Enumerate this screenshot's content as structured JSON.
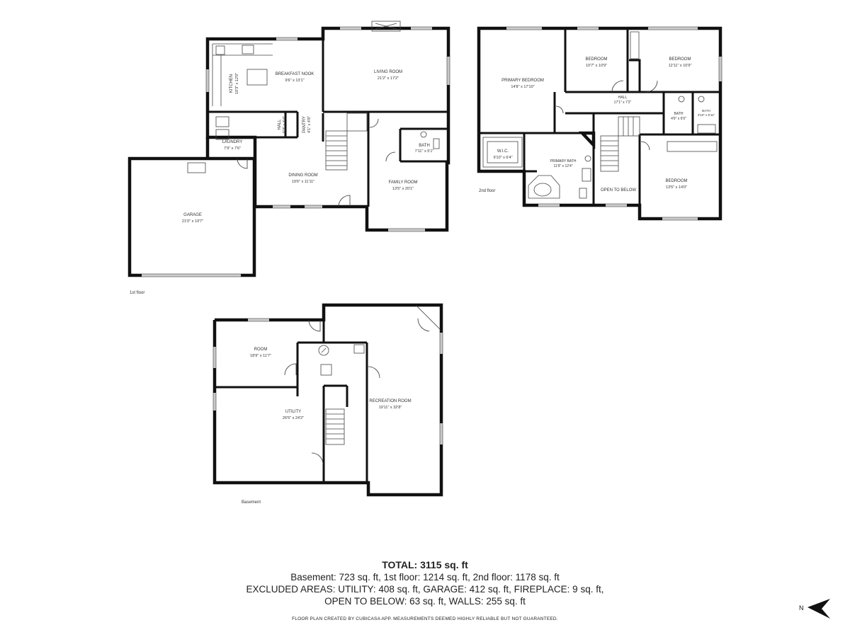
{
  "floors": {
    "first": "1st floor",
    "second": "2nd floor",
    "basement": "Basement"
  },
  "rooms": {
    "kitchen": {
      "name": "KITCHEN",
      "size": "10'3\" x 12'0\""
    },
    "breakfast_nook": {
      "name": "BREAKFAST NOOK",
      "size": "9'6\" x 13'1\""
    },
    "living_room": {
      "name": "LIVING ROOM",
      "size": "21'2\" x 17'2\""
    },
    "hall_1": {
      "name": "HALL",
      "size": "5'3\" x 4'4\""
    },
    "pantry": {
      "name": "PANTRY",
      "size": "4'1\" x 4'8\""
    },
    "laundry": {
      "name": "LAUNDRY",
      "size": "7'9\" x 7'6\""
    },
    "bath_1": {
      "name": "BATH",
      "size": "7'11\" x 5'1\""
    },
    "dining_room": {
      "name": "DINING ROOM",
      "size": "19'6\" x 11'11\""
    },
    "family_room": {
      "name": "FAMILY ROOM",
      "size": "13'5\" x 20'1\""
    },
    "garage": {
      "name": "GARAGE",
      "size": "21'0\" x 19'7\""
    },
    "primary_bedroom": {
      "name": "PRIMARY BEDROOM",
      "size": "14'8\" x 17'10\""
    },
    "bedroom_a": {
      "name": "BEDROOM",
      "size": "10'7\" x 10'9\""
    },
    "bedroom_b": {
      "name": "BEDROOM",
      "size": "12'11\" x 10'9\""
    },
    "hall_2": {
      "name": "HALL",
      "size": "17'1\" x 7'2\""
    },
    "bath_2": {
      "name": "BATH",
      "size": "4'9\" x 6'0\""
    },
    "bath_3": {
      "name": "BATH",
      "size": "3'10\" x 5'11\""
    },
    "wic": {
      "name": "W.I.C.",
      "size": "9'10\" x 6'4\""
    },
    "primary_bath": {
      "name": "PRIMARY BATH",
      "size": "11'9\" x 12'4\""
    },
    "open_to_below": {
      "name": "OPEN TO BELOW",
      "size": ""
    },
    "bedroom_c": {
      "name": "BEDROOM",
      "size": "13'5\" x 14'0\""
    },
    "room": {
      "name": "ROOM",
      "size": "18'9\" x 11'7\""
    },
    "utility": {
      "name": "UTILITY",
      "size": "26'5\" x 24'2\""
    },
    "recreation_room": {
      "name": "RECREATION ROOM",
      "size": "19'11\" x 32'8\""
    }
  },
  "summary": {
    "total": "TOTAL: 3115 sq. ft",
    "line1": "Basement: 723 sq. ft, 1st floor: 1214 sq. ft, 2nd floor: 1178 sq. ft",
    "line2": "EXCLUDED AREAS: UTILITY: 408 sq. ft, GARAGE: 412 sq. ft, FIREPLACE: 9 sq. ft,",
    "line3": "OPEN TO BELOW: 63 sq. ft, WALLS: 255 sq. ft",
    "credit": "FLOOR PLAN CREATED BY CUBICASA APP. MEASUREMENTS DEEMED HIGHLY RELIABLE BUT NOT GUARANTEED."
  },
  "compass": {
    "label": "N",
    "icon": "north-arrow-icon"
  }
}
